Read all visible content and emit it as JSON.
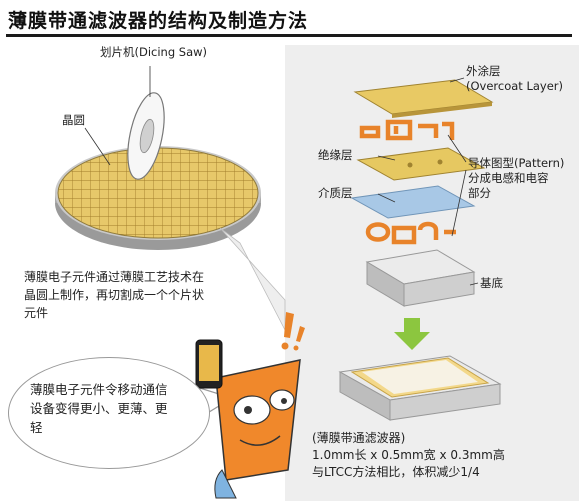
{
  "header": {
    "title": "薄膜带通滤波器的结构及制造方法"
  },
  "labels": {
    "dicing_saw": "划片机(Dicing Saw)",
    "wafer": "晶圆",
    "overcoat_line1": "外涂层",
    "overcoat_line2": "(Overcoat Layer)",
    "insulation": "绝缘层",
    "pattern_line1": "导体图型(Pattern)",
    "pattern_line2": "分成电感和电容",
    "pattern_line3": "部分",
    "dielectric": "介质层",
    "substrate": "基底"
  },
  "descriptions": {
    "wafer_process_line1": "薄膜电子元件通过薄膜工艺技术在",
    "wafer_process_line2": "晶圆上制作，再切割成一个个片状",
    "wafer_process_line3": "元件",
    "filter_line1": "(薄膜带通滤波器)",
    "filter_line2": "1.0mm长 x 0.5mm宽 x 0.3mm高",
    "filter_line3": "与LTCC方法相比，体积减少1/4"
  },
  "bubble": {
    "line1": "薄膜电子元件令移动通信",
    "line2": "设备变得更小、更薄、更",
    "line3": "轻"
  },
  "colors": {
    "gold": "#e2c261",
    "gold_dark": "#b8953a",
    "orange_pattern": "#e8832a",
    "blue_layer": "#a8c8e6",
    "substrate": "#d9d9d9",
    "arrow_green": "#8cc63f",
    "character_orange": "#f0882b"
  }
}
